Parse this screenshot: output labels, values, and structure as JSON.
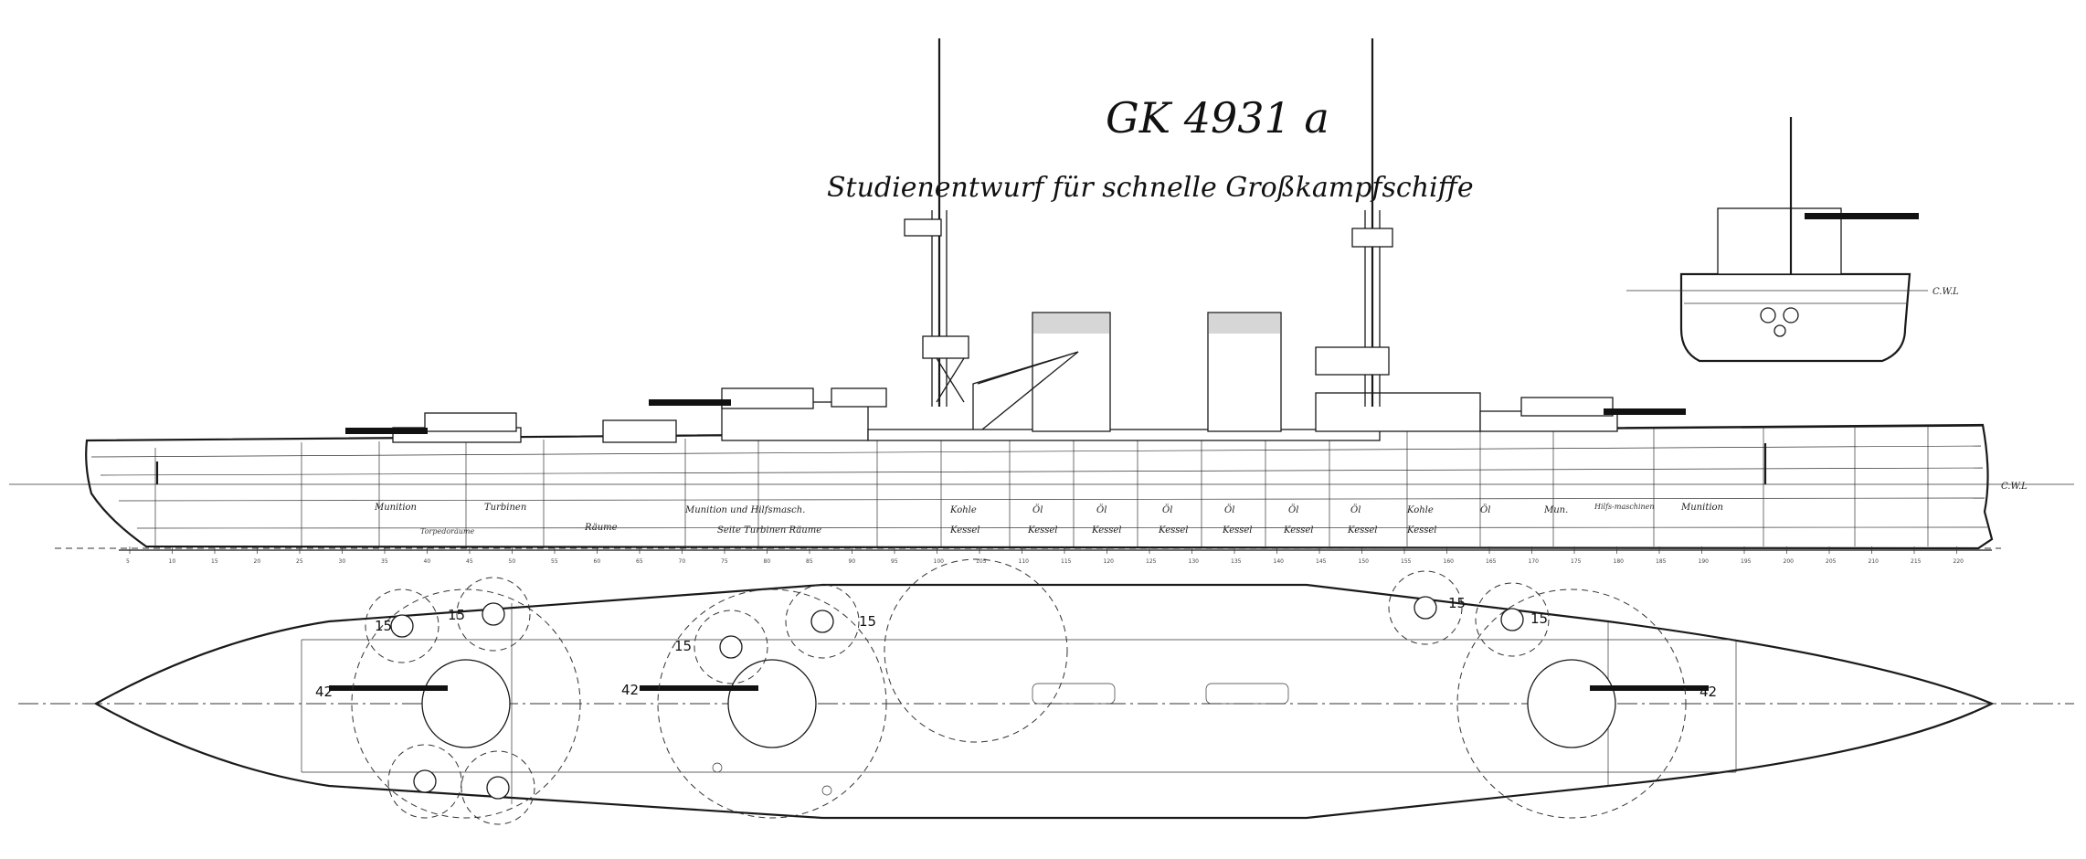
{
  "title": "GK 4931 a",
  "subtitle": "Studienentwurf für schnelle Großkampfschiffe",
  "waterline_label": "C.W.L",
  "section_waterline_label": "C.W.L",
  "compartments_upper": [
    "Munition",
    "Turbinen",
    "Munition und Hilfsmasch.",
    "Kohle",
    "Öl",
    "Öl",
    "Öl",
    "Öl",
    "Öl",
    "Öl",
    "Kohle",
    "Öl",
    "Mun.",
    "Hilfs-maschinen",
    "Munition"
  ],
  "compartments_lower": [
    "Räume",
    "Torpedoräume",
    "Seite Turbinen Räume",
    "Kessel",
    "Kessel",
    "Kessel",
    "Kessel",
    "Kessel",
    "Kessel",
    "Kessel",
    "Kessel"
  ],
  "frame_numbers": [
    "5",
    "10",
    "15",
    "20",
    "25",
    "30",
    "35",
    "40",
    "45",
    "50",
    "55",
    "60",
    "65",
    "70",
    "75",
    "80",
    "85",
    "90",
    "95",
    "100",
    "105",
    "110",
    "115",
    "120",
    "125",
    "130",
    "135",
    "140",
    "145",
    "150",
    "155",
    "160",
    "165",
    "170",
    "175",
    "180",
    "185",
    "190",
    "195",
    "200",
    "205",
    "210",
    "215",
    "220"
  ],
  "gun_labels": {
    "main_forward_1": "42",
    "main_forward_2": "42",
    "main_aft": "42",
    "sec_1": "15",
    "sec_2": "15",
    "sec_3": "15",
    "sec_4": "15",
    "sec_5": "15",
    "sec_6": "15"
  }
}
